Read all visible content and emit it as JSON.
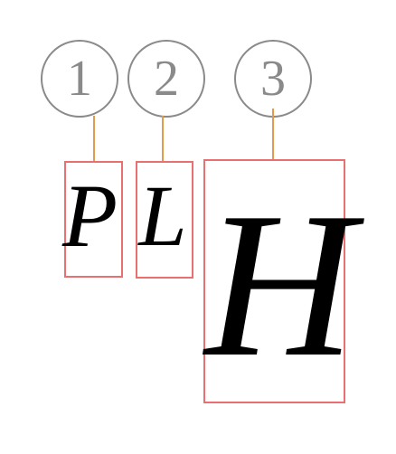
{
  "callouts": [
    {
      "number": "1"
    },
    {
      "number": "2"
    },
    {
      "number": "3"
    }
  ],
  "glyphs": [
    {
      "char": "P"
    },
    {
      "char": "L"
    },
    {
      "char": "H"
    }
  ],
  "colors": {
    "callout": "#8a8a8a",
    "leader": "#e39a4f",
    "box": "#e87070",
    "glyph": "#000000"
  }
}
